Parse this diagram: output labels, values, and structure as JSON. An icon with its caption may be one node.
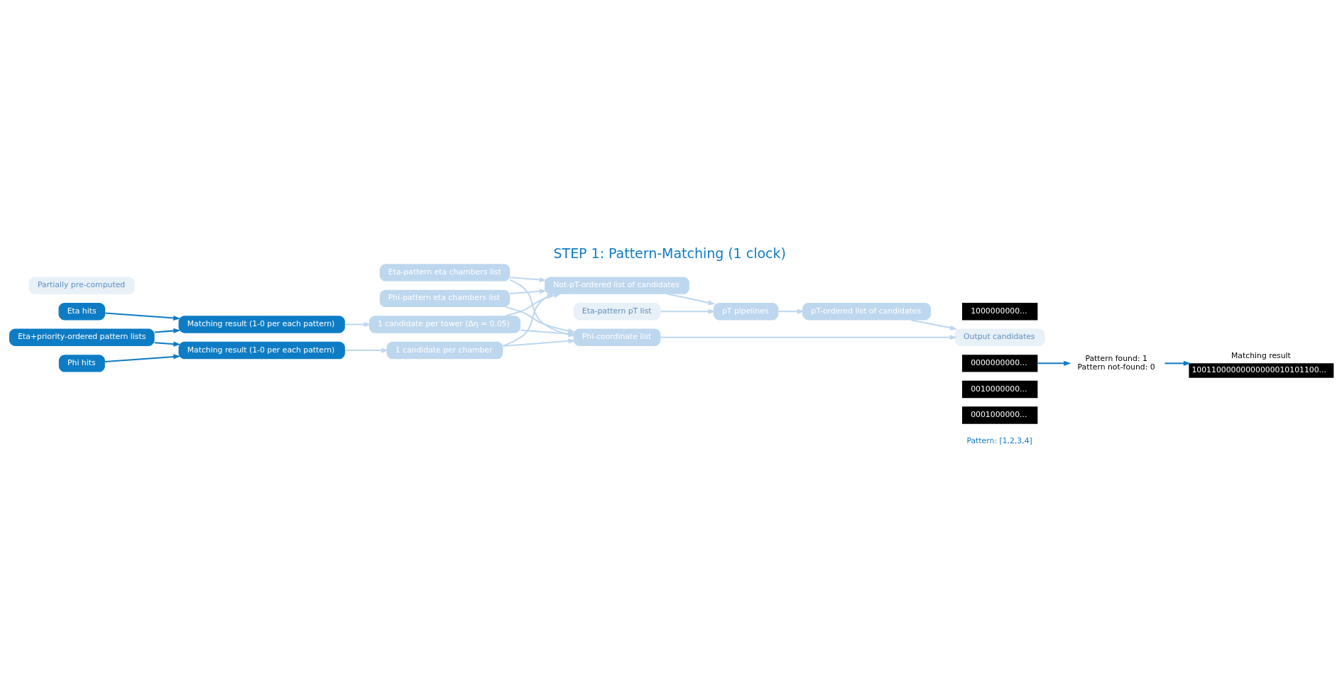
{
  "diagram": {
    "title": "STEP 1: Pattern-Matching (1 clock)",
    "nodes": [
      {
        "text": [
          "Eta+priority-ordered pattern lists"
        ]
      },
      {
        "text": [
          "Eta hits"
        ]
      },
      {
        "text": [
          "Phi hits"
        ]
      },
      {
        "text": [
          "Matching result (1-0 per each pattern)"
        ]
      },
      {
        "text": [
          "Matching result (1-0 per each pattern)"
        ]
      },
      {
        "text": [
          "1 candidate per tower (Δη = 0.05)"
        ]
      },
      {
        "text": [
          "1 candidate per chamber"
        ]
      },
      {
        "text": [
          "Eta-pattern eta chambers list"
        ]
      },
      {
        "text": [
          "Phi-pattern eta chambers list"
        ]
      },
      {
        "text": [
          "Not-pT-ordered list of candidates"
        ]
      },
      {
        "text": [
          "Phi-coordinate list"
        ]
      },
      {
        "text": [
          "pT-ordered list of candidates"
        ]
      },
      {
        "text": [
          "pT pipelines"
        ]
      },
      {
        "text": [
          "Eta-pattern pT list"
        ]
      },
      {
        "text": [
          "Partially pre-computed"
        ]
      },
      {
        "text": [
          "Output candidates"
        ]
      },
      {
        "text": [
          "1000000000..."
        ]
      },
      {
        "text": [
          "0000000000..."
        ]
      },
      {
        "text": [
          "0010000000..."
        ]
      },
      {
        "text": [
          "0001000000..."
        ]
      },
      {
        "text": [
          "Pattern found: 1",
          "Pattern not-found: 0"
        ]
      },
      {
        "text": [
          "Matching result",
          "10011000000000000010101100..."
        ]
      }
    ],
    "edges": [
      {
        "from": 0,
        "to": 3,
        "arrow": "to",
        "color": "#0e7cc4"
      },
      {
        "from": 0,
        "to": 4,
        "arrow": "to",
        "color": "#0e7cc4"
      },
      {
        "from": 1,
        "to": 3,
        "arrow": "to",
        "color": "#0e7cc4"
      },
      {
        "from": 2,
        "to": 4,
        "arrow": "to",
        "color": "#0e7cc4"
      },
      {
        "from": 3,
        "to": 5,
        "arrow": "to"
      },
      {
        "from": 4,
        "to": 6,
        "arrow": "to"
      },
      {
        "from": 5,
        "to": 9,
        "arrow": "to"
      },
      {
        "from": 5,
        "to": 10,
        "arrow": "to"
      },
      {
        "from": 6,
        "to": 9,
        "arrow": "to"
      },
      {
        "from": 6,
        "to": 10,
        "arrow": "to"
      },
      {
        "from": 7,
        "to": 9,
        "arrow": "to"
      },
      {
        "from": 7,
        "to": 10,
        "arrow": "to"
      },
      {
        "from": 8,
        "to": 9,
        "arrow": "to"
      },
      {
        "from": 8,
        "to": 10,
        "arrow": "to"
      },
      {
        "from": 9,
        "to": 12,
        "arrow": "to"
      },
      {
        "from": 13,
        "to": 12,
        "arrow": "to"
      },
      {
        "from": 12,
        "to": 11,
        "arrow": "to"
      },
      {
        "from": 11,
        "to": 15,
        "arrow": "to"
      },
      {
        "from": 10,
        "to": 15,
        "arrow": "to"
      },
      {
        "from": 17,
        "to": 20,
        "arrow": "to",
        "color": "#0e7cc4"
      },
      {
        "from": 20,
        "to": 21,
        "arrow": "to",
        "color": "#0e7cc4"
      }
    ],
    "labels": [
      "Pattern: [1,2,3,4]"
    ]
  }
}
